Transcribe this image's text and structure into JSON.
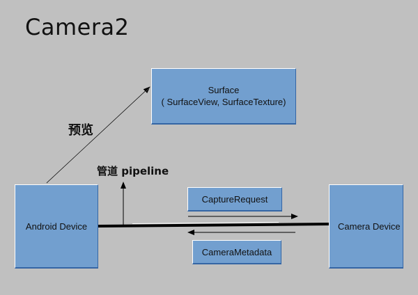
{
  "title": "Camera2",
  "boxes": {
    "surface": {
      "line1": "Surface",
      "line2": "( SurfaceView, SurfaceTexture)"
    },
    "android_device": "Android Device",
    "camera_device": "Camera Device",
    "capture_request": "CaptureRequest",
    "camera_metadata": "CameraMetadata"
  },
  "labels": {
    "preview": "预览",
    "pipeline": "管道 pipeline"
  },
  "colors": {
    "background": "#c0c0c0",
    "box_fill": "#729fcf",
    "box_border": "#3465a4",
    "text": "#111111"
  }
}
